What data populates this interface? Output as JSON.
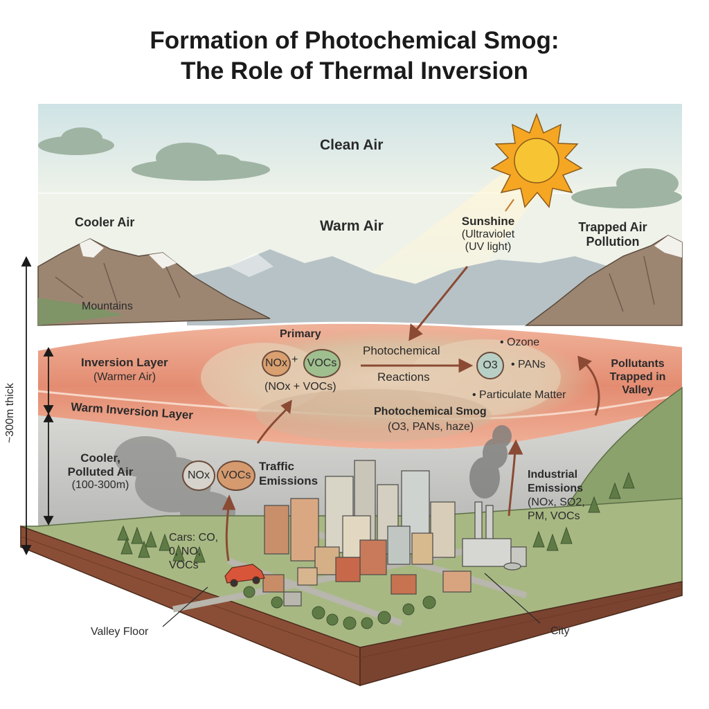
{
  "title": {
    "line1": "Formation of Photochemical Smog:",
    "line2": "The Role of Thermal Inversion"
  },
  "layers": {
    "clean_air": "Clean Air",
    "warm_air": "Warm Air",
    "cooler_air": "Cooler Air",
    "inversion_layer": "Inversion Layer",
    "inversion_layer_sub": "(Warmer Air)",
    "warm_inversion_layer": "Warm Inversion Layer",
    "cooler_polluted_1": "Cooler,",
    "cooler_polluted_2": "Polluted Air",
    "cooler_polluted_3": "(100-300m)",
    "thickness": "~300m thick"
  },
  "landscape": {
    "mountains": "Mountains",
    "trapped_1": "Trapped Air",
    "trapped_2": "Pollution",
    "valley_floor": "Valley Floor",
    "city": "City"
  },
  "sunshine": {
    "line1": "Sunshine",
    "line2": "(Ultraviolet",
    "line3": "(UV light)"
  },
  "reaction": {
    "primary": "Primary",
    "nox": "NOx",
    "plus": "+",
    "vocs": "VOCs",
    "formula": "(NOx + VOCs)",
    "photochemical": "Photochemical",
    "reactions": "Reactions",
    "o3": "O3",
    "ozone": "• Ozone",
    "pans": "• PANs",
    "particulate": "• Particulate Matter",
    "smog_title": "Photochemical Smog",
    "smog_sub": "(O3, PANs, haze)"
  },
  "sources": {
    "traffic_nox": "NOx",
    "traffic_vocs": "VOCs",
    "traffic_1": "Traffic",
    "traffic_2": "Emissions",
    "cars_1": "Cars: CO,",
    "cars_2": "0, NO,",
    "cars_3": "VOCs",
    "industrial_1": "Industrial",
    "industrial_2": "Emissions",
    "industrial_3": "(NOx, SO2,",
    "industrial_4": "PM, VOCs",
    "pollutants_1": "Pollutants",
    "pollutants_2": "Trapped in",
    "pollutants_3": "Valley"
  },
  "colors": {
    "sky_top": "#cfe3e6",
    "inversion": "#e2866a",
    "smog": "#d8c3a6",
    "soil": "#8a4e36",
    "arrow": "#8a4a34",
    "sun": "#f7c533"
  }
}
